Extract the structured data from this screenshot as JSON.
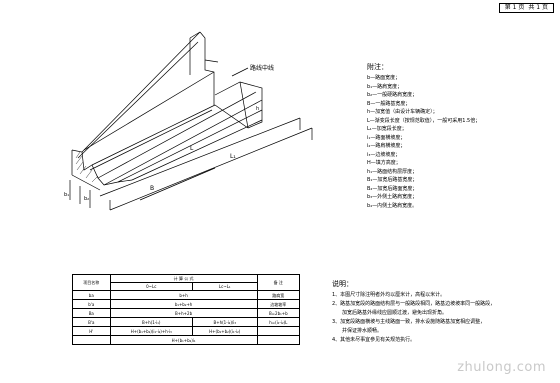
{
  "page_tag": {
    "sheet_label": "第 1 页",
    "total_label": "共 1 页"
  },
  "drawing": {
    "road_label": "路线中线",
    "dim_labels": [
      "L",
      "L₁",
      "B",
      "b₁",
      "b₂",
      "h"
    ]
  },
  "legend": {
    "heading": "附注：",
    "items": [
      "b—路面宽度；",
      "b₁—路肩宽度；",
      "b₂—一般硬路肩宽度；",
      "B—一般路基宽度；",
      "h—加宽值（由设计车辆确定）；",
      "L—渐变段长度（按规范取值），一般可采用1.5倍；",
      "L₁—加宽段长度；",
      "i₁—路面横坡度；",
      "i₂—路肩横坡度；",
      "i₃—边坡坡度；",
      "H—填方高度；",
      "h₁—路面结构层厚度；",
      "B₁—加宽后路基宽度；",
      "B₂—加宽后路面宽度；",
      "b₃—外侧土路肩宽度；",
      "b₄—内侧土路肩宽度。"
    ]
  },
  "table": {
    "header_row_label": "项目名称",
    "header_group": "计 算 公 式",
    "header_note": "备 注",
    "sub_headers": [
      "0~Lc",
      "Lc~L₁"
    ],
    "rows": [
      {
        "name": "ba",
        "col1": "b+h",
        "col2": "",
        "note": "路肩宽"
      },
      {
        "name": "b'a",
        "col1": "b₁+b₂+h",
        "col2": "",
        "note": "边坡坡率"
      },
      {
        "name": "Ba",
        "col1": "B+h+2b",
        "col2": "",
        "note": "B=2b₁+b"
      },
      {
        "name": "B'a",
        "col1": "B+h(1-i₁)",
        "col2": "B+h(1-i₂)/i₃",
        "note": "h=(i₁-i₂)L"
      },
      {
        "name": "H'",
        "col1": "H+(b₁+b₂)(i₁-i₂)+h·i₃",
        "col2": "H+(b₁+b₂)(i₁-i₂)",
        "note": ""
      },
      {
        "name": "",
        "col1": "H+(b₁+b₂)i₁",
        "col2": "",
        "note": ""
      }
    ]
  },
  "notes": {
    "title": "说明：",
    "items": [
      {
        "text": "1、本图尺寸除注明者外均以厘米计，高程以米计。",
        "indent": false
      },
      {
        "text": "2、路基加宽段的路面结构层与一般路段相同，路基边坡坡率同一般路段，",
        "indent": false
      },
      {
        "text": "加宽后路基外缘线应圆顺过渡，避免出现折角。",
        "indent": true
      },
      {
        "text": "3、加宽段路面横坡与主线路面一致，排水设施随路基加宽相应调整，",
        "indent": false
      },
      {
        "text": "并保证排水顺畅。",
        "indent": true
      },
      {
        "text": "4、其他未尽事宜参见有关规范执行。",
        "indent": false
      }
    ]
  },
  "watermark": "zhulong.com"
}
